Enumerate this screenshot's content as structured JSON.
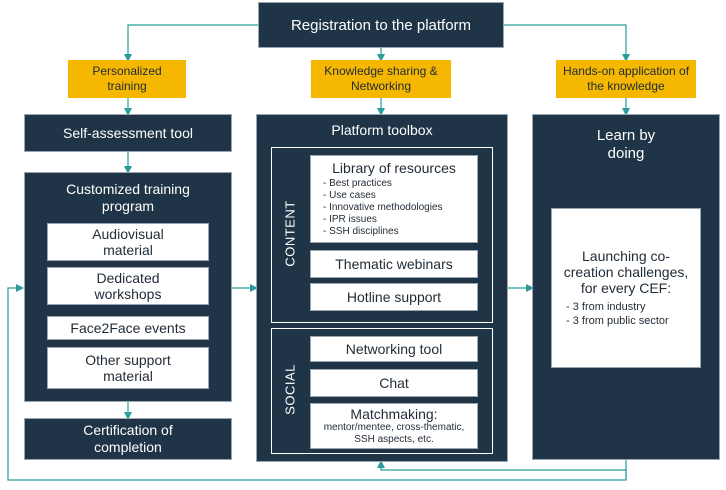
{
  "top": {
    "title": "Registration to the platform"
  },
  "branches": [
    {
      "label": "Personalized training"
    },
    {
      "label": "Knowledge sharing & Networking"
    },
    {
      "label": "Hands-on application of the knowledge"
    }
  ],
  "left": {
    "self_assessment": "Self-assessment tool",
    "customized_title": "Customized training program",
    "items": [
      "Audiovisual material",
      "Dedicated workshops",
      "Face2Face events",
      "Other support material"
    ],
    "certification": "Certification of completion"
  },
  "middle": {
    "title": "Platform toolbox",
    "content_label": "CONTENT",
    "library_title": "Library of resources",
    "library_items": [
      "- Best practices",
      "- Use cases",
      "- Innovative methodologies",
      "- IPR issues",
      "- SSH disciplines"
    ],
    "webinars": "Thematic webinars",
    "hotline": "Hotline support",
    "social_label": "SOCIAL",
    "networking": "Networking tool",
    "chat": "Chat",
    "matchmaking_title": "Matchmaking:",
    "matchmaking_sub": "mentor/mentee, cross-thematic, SSH aspects, etc."
  },
  "right": {
    "title": "Learn by doing",
    "launch_title": "Launching co-creation challenges, for every CEF:",
    "launch_items": [
      "- 3 from industry",
      "- 3 from public sector"
    ]
  },
  "colors": {
    "dark": "#1f3447",
    "accent": "#f5b700",
    "connector": "#2a9d9a"
  }
}
